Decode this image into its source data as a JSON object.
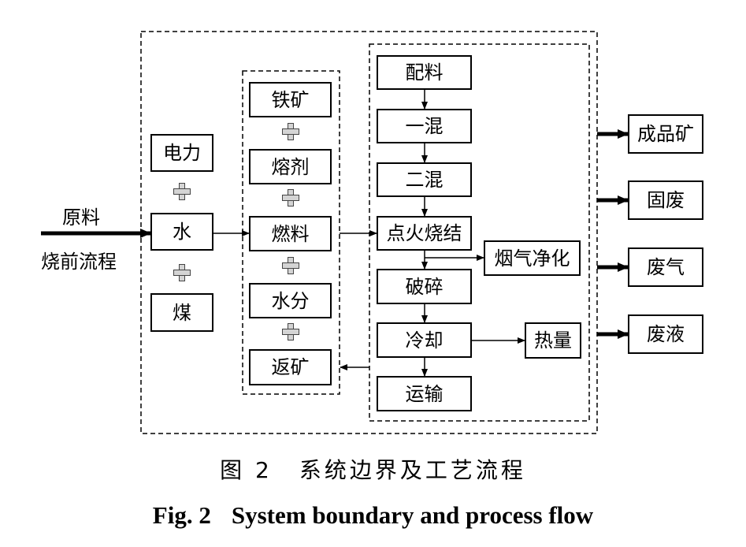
{
  "input": {
    "top_label": "原料",
    "bottom_label": "烧前流程"
  },
  "energy": {
    "items": [
      "电力",
      "水",
      "煤"
    ]
  },
  "materials": {
    "items": [
      "铁矿",
      "熔剂",
      "燃料",
      "水分",
      "返矿"
    ]
  },
  "process": {
    "steps": [
      "配料",
      "一混",
      "二混",
      "点火烧结",
      "破碎",
      "冷却",
      "运输"
    ]
  },
  "side_outputs": {
    "flue_gas": "烟气净化",
    "heat": "热量"
  },
  "outputs": {
    "items": [
      "成品矿",
      "固废",
      "废气",
      "废液"
    ]
  },
  "caption": {
    "cn_label": "图 2",
    "cn_title": "系统边界及工艺流程",
    "en_label": "Fig. 2",
    "en_title": "System boundary and process flow"
  }
}
